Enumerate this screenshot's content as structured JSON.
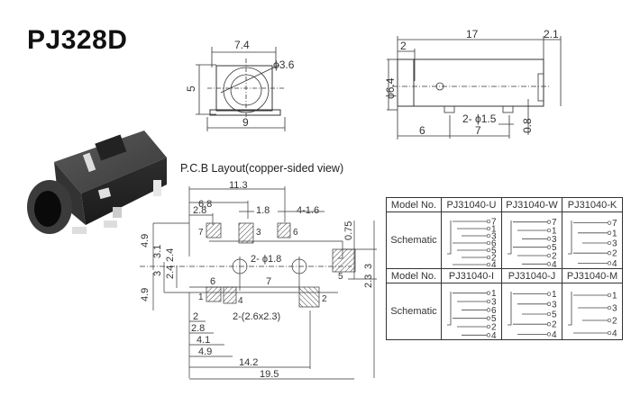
{
  "title": "PJ328D",
  "front_view": {
    "width_top": "7.4",
    "diameter": "ϕ3.6",
    "height": "5",
    "width_bottom": "9"
  },
  "side_view": {
    "length": "17",
    "tab": "2.1",
    "front": "2",
    "diameter": "ϕ6.4",
    "pin_offset": "6",
    "pin_spacing": "7",
    "pins": "2- ϕ1.5",
    "standoff": "0.8"
  },
  "pcb": {
    "title": "P.C.B Layout(copper-sided view)",
    "dims_top": [
      "11.3",
      "6.8",
      "2.8",
      "1.8",
      "4-1.6"
    ],
    "dims_left": [
      "4.9",
      "3.1",
      "2.4",
      "2.4",
      "3",
      "4.9"
    ],
    "dims_right": [
      "0.75",
      "3",
      "2.3"
    ],
    "holes": "2- ϕ1.8",
    "hole_dims": [
      "6",
      "7"
    ],
    "big_pads": "2-(2.6x2.3)",
    "dims_bottom": [
      "2",
      "2.8",
      "4.1",
      "4.9",
      "14.2",
      "19.5"
    ],
    "pin_labels": [
      "7",
      "3",
      "6",
      "5",
      "1",
      "4",
      "2"
    ]
  },
  "models_table": {
    "header_label": "Model No.",
    "row_label": "Schematic",
    "row1": [
      "PJ31040-U",
      "PJ31040-W",
      "PJ31040-K"
    ],
    "row2": [
      "PJ31040-I",
      "PJ31040-J",
      "PJ31040-M"
    ],
    "schematics": {
      "U": [
        "7",
        "1",
        "3",
        "6",
        "5",
        "2",
        "4"
      ],
      "W": [
        "7",
        "1",
        "3",
        "5",
        "2",
        "4"
      ],
      "K": [
        "7",
        "1",
        "3",
        "2",
        "4"
      ],
      "I": [
        "1",
        "3",
        "6",
        "5",
        "2",
        "4"
      ],
      "J": [
        "1",
        "3",
        "5",
        "2",
        "4"
      ],
      "M": [
        "1",
        "3",
        "2",
        "4"
      ]
    }
  }
}
